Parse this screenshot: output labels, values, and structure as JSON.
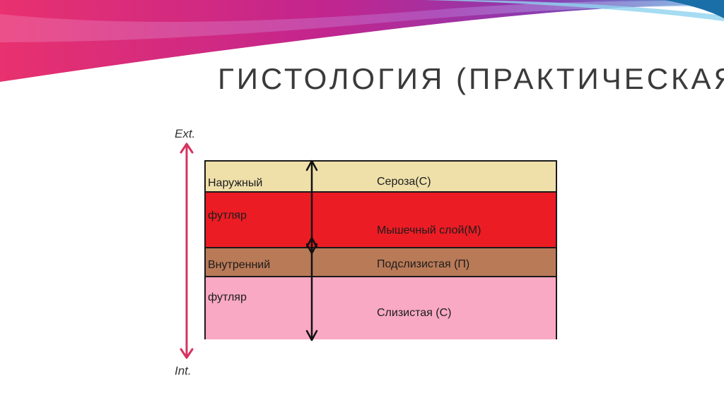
{
  "title": "ГИСТОЛОГИЯ (ПРАКТИЧЕСКАЯ)",
  "axis": {
    "top_label": "Ext.",
    "bottom_label": "Int."
  },
  "cases": [
    {
      "line1": "Наружный",
      "line2": "футляр"
    },
    {
      "line1": "Внутренний",
      "line2": "футляр"
    }
  ],
  "layers": [
    {
      "label": "Сероза(С)",
      "color": "#efe0aa"
    },
    {
      "label": "Мышечный слой(М)",
      "color": "#ec1c24"
    },
    {
      "label": "Подслизистая (П)",
      "color": "#b97a57"
    },
    {
      "label": "Слизистая (С)",
      "color": "#f9a9c4"
    }
  ],
  "colors": {
    "axis_arrow": "#d6335f",
    "case_arrow": "#111111"
  }
}
